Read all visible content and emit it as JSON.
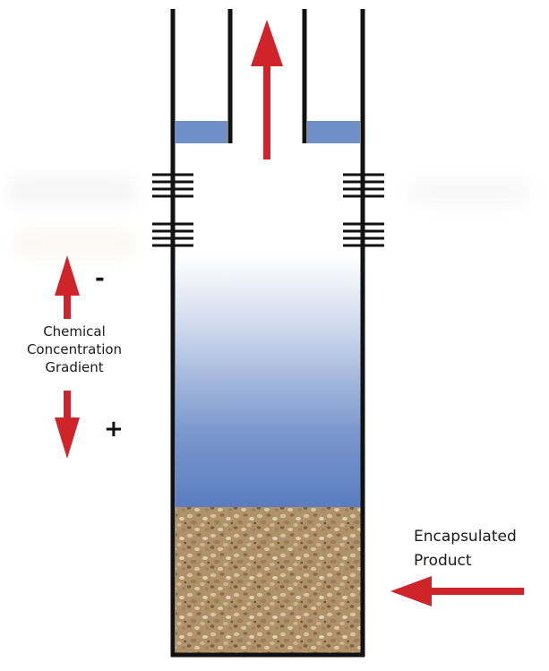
{
  "labels": {
    "gradient_line1": "Chemical",
    "gradient_line2": "Concentration",
    "gradient_line3": "Gradient",
    "sign_low": "-",
    "sign_high": "+",
    "product_line1": "Encapsulated",
    "product_line2": "Product"
  },
  "colors": {
    "wall": "#111111",
    "liquid": "#6f8fc9",
    "liquid_deep": "#5a7dc0",
    "arrow": "#d0242b",
    "product_base": "#b0926a"
  },
  "icons": {
    "flow_arrow": "arrow-up-icon",
    "gradient_up": "arrow-up-icon",
    "gradient_down": "arrow-down-icon",
    "product_pointer": "arrow-left-icon"
  }
}
